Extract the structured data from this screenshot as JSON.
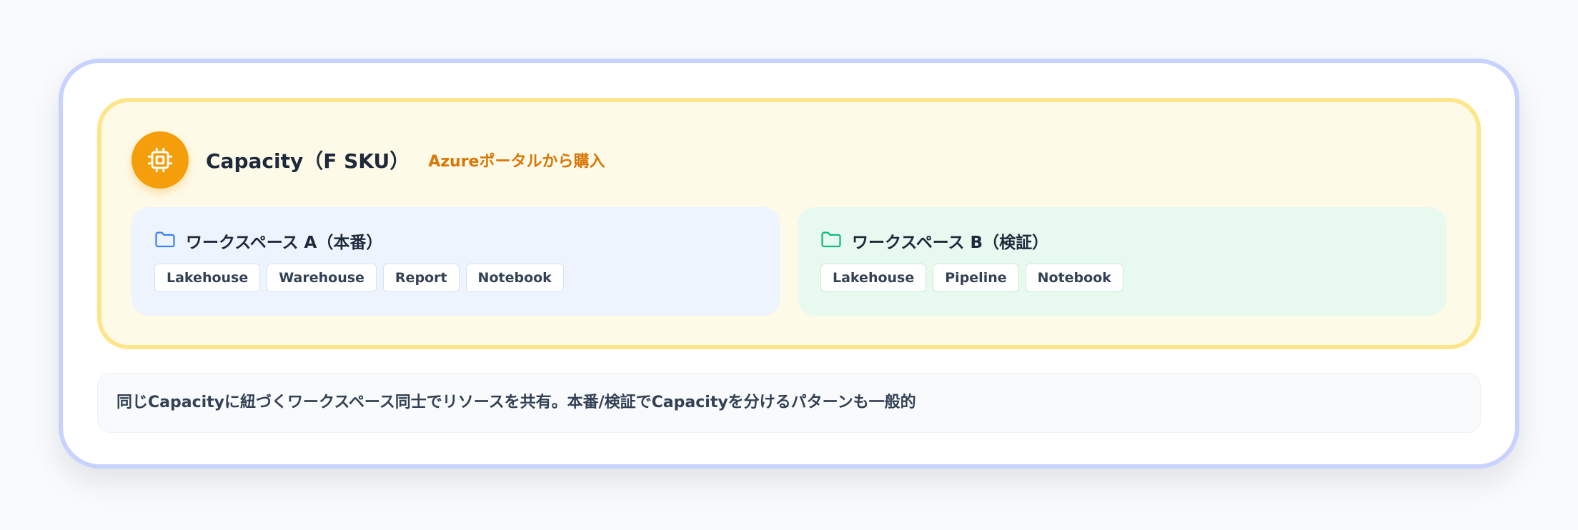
{
  "capacity": {
    "title": "Capacity（F SKU）",
    "subtitle": "Azureポータルから購入",
    "icon": "cpu-chip-icon",
    "accent_color": "#f59e0b",
    "subtitle_color": "#d97706"
  },
  "workspaces": [
    {
      "title": "ワークスペース A（本番）",
      "icon": "folder-icon",
      "icon_color": "#3b82f6",
      "items": [
        "Lakehouse",
        "Warehouse",
        "Report",
        "Notebook"
      ]
    },
    {
      "title": "ワークスペース B（検証）",
      "icon": "folder-icon",
      "icon_color": "#10b981",
      "items": [
        "Lakehouse",
        "Pipeline",
        "Notebook"
      ]
    }
  ],
  "note": "同じCapacityに紐づくワークスペース同士でリソースを共有。本番/検証でCapacityを分けるパターンも一般的"
}
